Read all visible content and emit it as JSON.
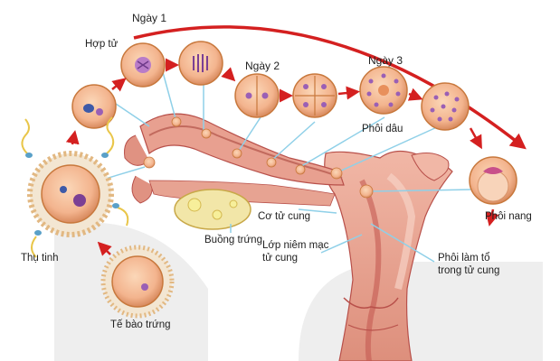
{
  "labels": {
    "day1": "Ngày 1",
    "zygote": "Hợp tử",
    "day2": "Ngày 2",
    "day3": "Ngày 3",
    "morula": "Phôi dâu",
    "blastocyst": "Phôi nang",
    "fertilization": "Thụ tinh",
    "egg_cell": "Tế bào trứng",
    "ovary": "Buồng trứng",
    "uterine_muscle": "Cơ tử cung",
    "endometrium_line1": "Lớp niêm mạc",
    "endometrium_line2": "tử cung",
    "implant_line1": "Phôi làm tổ",
    "implant_line2": "trong tử cung"
  },
  "colors": {
    "arrow_red": "#d42020",
    "pointer_line": "#8fd0e8",
    "tissue_pink": "#e9a08c",
    "tissue_dark": "#b8504a",
    "cell_fill": "#f3b48e",
    "cell_edge": "#c8783c",
    "nucleus_purple": "#9a5fb5",
    "nucleus_blue": "#3d5aa8",
    "watermark_gray": "#eeeeee"
  },
  "icons": [
    "red-arrow-icon",
    "cell-icon",
    "sperm-icon"
  ]
}
